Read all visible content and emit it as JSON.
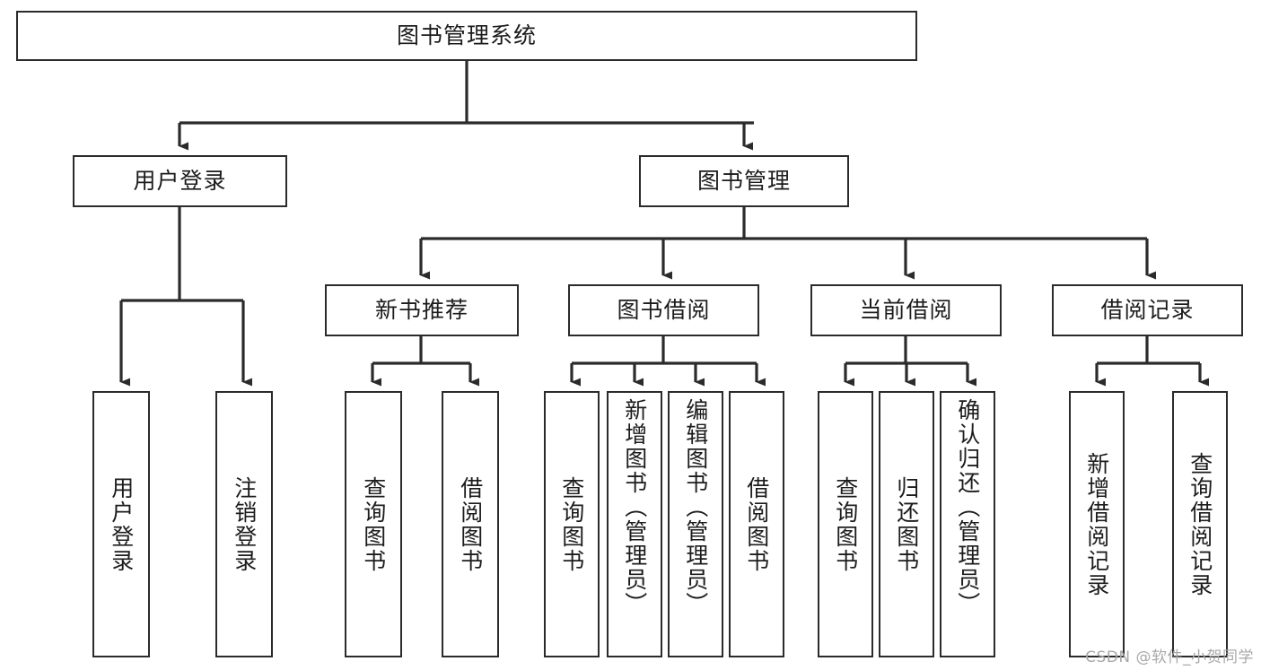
{
  "diagram": {
    "title": "图书管理系统",
    "watermark": "CSDN @软件_小贺同学",
    "line_color": "#2b2b2b",
    "box_fill": "#ffffff",
    "text_color": "#1c1c1c",
    "watermark_color": "#a8a8a8"
  },
  "nodes": {
    "root": {
      "label": "图书管理系统"
    },
    "level2": [
      {
        "label": "用户登录"
      },
      {
        "label": "图书管理"
      }
    ],
    "level3": [
      {
        "label": "新书推荐"
      },
      {
        "label": "图书借阅"
      },
      {
        "label": "当前借阅"
      },
      {
        "label": "借阅记录"
      }
    ],
    "leaves": {
      "user_login": [
        {
          "label": "用户登录"
        },
        {
          "label": "注销登录"
        }
      ],
      "new_book_recommend": [
        {
          "label": "查询图书"
        },
        {
          "label": "借阅图书"
        }
      ],
      "book_borrow": [
        {
          "label": "查询图书"
        },
        {
          "label": "新增图书（管理员）"
        },
        {
          "label": "编辑图书（管理员）"
        },
        {
          "label": "借阅图书"
        }
      ],
      "current_borrow": [
        {
          "label": "查询图书"
        },
        {
          "label": "归还图书"
        },
        {
          "label": "确认归还（管理员）"
        }
      ],
      "borrow_records": [
        {
          "label": "新增借阅记录"
        },
        {
          "label": "查询借阅记录"
        }
      ]
    }
  },
  "chart_data": {
    "type": "table",
    "title": "图书管理系统 功能结构图",
    "structure": [
      {
        "level": 1,
        "name": "图书管理系统",
        "children": [
          {
            "level": 2,
            "name": "用户登录",
            "children": [
              {
                "level": 3,
                "name": "用户登录"
              },
              {
                "level": 3,
                "name": "注销登录"
              }
            ]
          },
          {
            "level": 2,
            "name": "图书管理",
            "children": [
              {
                "level": 3,
                "name": "新书推荐",
                "children": [
                  {
                    "level": 4,
                    "name": "查询图书"
                  },
                  {
                    "level": 4,
                    "name": "借阅图书"
                  }
                ]
              },
              {
                "level": 3,
                "name": "图书借阅",
                "children": [
                  {
                    "level": 4,
                    "name": "查询图书"
                  },
                  {
                    "level": 4,
                    "name": "新增图书（管理员）"
                  },
                  {
                    "level": 4,
                    "name": "编辑图书（管理员）"
                  },
                  {
                    "level": 4,
                    "name": "借阅图书"
                  }
                ]
              },
              {
                "level": 3,
                "name": "当前借阅",
                "children": [
                  {
                    "level": 4,
                    "name": "查询图书"
                  },
                  {
                    "level": 4,
                    "name": "归还图书"
                  },
                  {
                    "level": 4,
                    "name": "确认归还（管理员）"
                  }
                ]
              },
              {
                "level": 3,
                "name": "借阅记录",
                "children": [
                  {
                    "level": 4,
                    "name": "新增借阅记录"
                  },
                  {
                    "level": 4,
                    "name": "查询借阅记录"
                  }
                ]
              }
            ]
          }
        ]
      }
    ]
  }
}
